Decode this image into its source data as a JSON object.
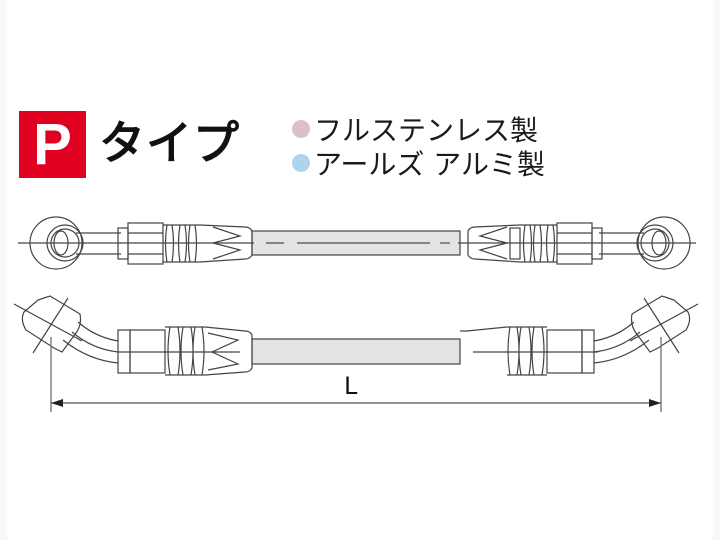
{
  "header": {
    "badge_letter": "P",
    "badge_color": "#e0001f",
    "title": "タイプ"
  },
  "legend": {
    "items": [
      {
        "label": "フルステンレス製",
        "color": "#dcbfcc"
      },
      {
        "label": "アールズ アルミ製",
        "color": "#aed3ef"
      }
    ]
  },
  "diagram": {
    "description": "Brake hose drawings: top with straight banjo fittings both ends, bottom with angled (bent) fittings both ends",
    "hose_fill_color": "#e3e3e3",
    "line_color": "#444444",
    "dimension_label": "L"
  }
}
